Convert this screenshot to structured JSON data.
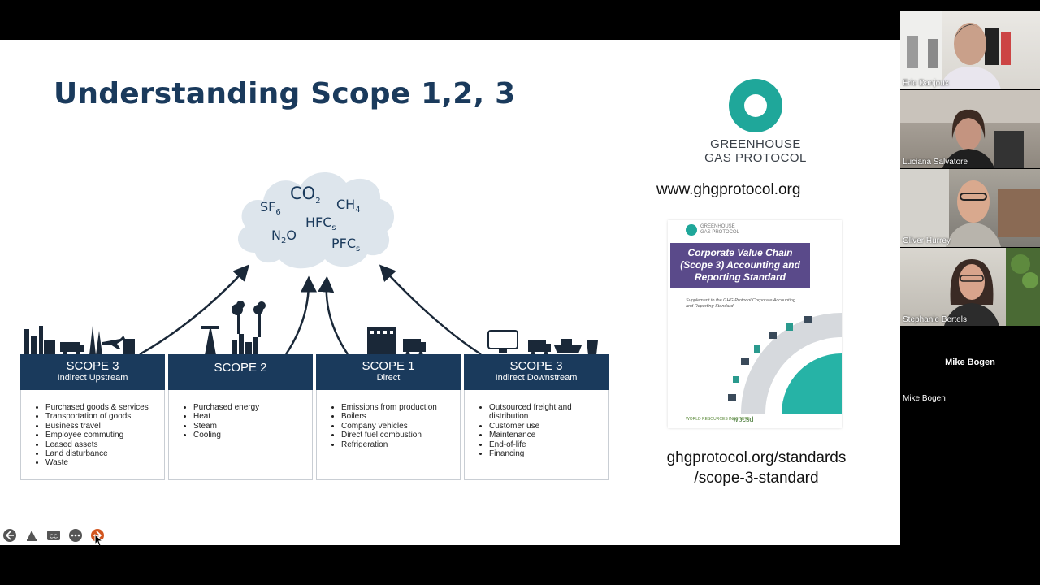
{
  "slide": {
    "title": "Understanding Scope 1,2, 3",
    "gases": {
      "sf6": "SF",
      "sf6_sub": "6",
      "co2": "CO",
      "co2_sub": "2",
      "ch4": "CH",
      "ch4_sub": "4",
      "hfcs": "HFC",
      "hfcs_sub": "s",
      "n2o_a": "N",
      "n2o_sub": "2",
      "n2o_b": "O",
      "pfcs": "PFC",
      "pfcs_sub": "s"
    },
    "scopes": [
      {
        "title": "SCOPE 3",
        "subtitle": "Indirect Upstream",
        "items": [
          "Purchased goods & services",
          "Transportation of goods",
          "Business travel",
          "Employee commuting",
          "Leased assets",
          "Land disturbance",
          "Waste"
        ]
      },
      {
        "title": "SCOPE 2",
        "subtitle": "",
        "items": [
          "Purchased energy",
          "Heat",
          "Steam",
          "Cooling"
        ]
      },
      {
        "title": "SCOPE 1",
        "subtitle": "Direct",
        "items": [
          "Emissions from production",
          "Boilers",
          "Company vehicles",
          "Direct fuel combustion",
          "Refrigeration"
        ]
      },
      {
        "title": "SCOPE 3",
        "subtitle": "Indirect Downstream",
        "items": [
          "Outsourced freight and distribution",
          "Customer use",
          "Maintenance",
          "End-of-life",
          "Financing"
        ]
      }
    ],
    "brand_line1": "GREENHOUSE",
    "brand_line2": "GAS PROTOCOL",
    "url_main": "www.ghgprotocol.org",
    "cover": {
      "brand_line1": "GREENHOUSE",
      "brand_line2": "GAS PROTOCOL",
      "title": "Corporate Value Chain (Scope 3) Accounting and Reporting Standard",
      "subtitle": "Supplement to the GHG Protocol Corporate Accounting and Reporting Standard",
      "footer_left": "WORLD RESOURCES INSTITUTE",
      "footer_right": "wbcsd"
    },
    "url_line1": "ghgprotocol.org/standards",
    "url_line2": "/scope-3-standard"
  },
  "controls": [
    "back-icon",
    "pointer-icon",
    "cc-icon",
    "more-icon",
    "forward-icon"
  ],
  "colors": {
    "navy": "#1a3a5c",
    "teal": "#1fa79a",
    "cover_purple": "#5a4a8a"
  },
  "participants": [
    {
      "name": "Eric Danjoux",
      "video": true
    },
    {
      "name": "Luciana Salvatore",
      "video": true
    },
    {
      "name": "Oliver Hurrey",
      "video": true
    },
    {
      "name": "Stephanie Bertels",
      "video": true
    },
    {
      "name": "Mike Bogen",
      "video": false
    }
  ]
}
